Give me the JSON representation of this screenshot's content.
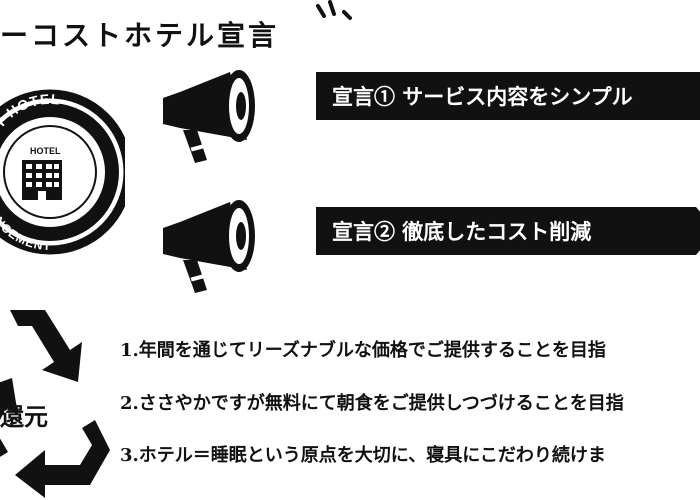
{
  "header": {
    "title": "ーコストホテル宣言"
  },
  "badge": {
    "top_text": "OST HOTEL",
    "inner_label": "HOTEL",
    "bottom_text": "OUNCEMENT",
    "icon": "building-icon"
  },
  "declarations": [
    {
      "label": "宣言①  サービス内容をシンプル",
      "icon": "megaphone-icon"
    },
    {
      "label": "宣言②  徹底したコスト削減",
      "icon": "megaphone-icon"
    }
  ],
  "recycle": {
    "label": "還元",
    "icon": "recycle-icon"
  },
  "statements": [
    "1.年間を通じてリーズナブルな価格でご提供することを目指",
    "2.ささやかですが無料にて朝食をご提供しつづけることを目指",
    "3.ホテル＝睡眠という原点を大切に、寝具にこだわり続けま"
  ],
  "colors": {
    "ink": "#111111",
    "paper": "#ffffff"
  }
}
